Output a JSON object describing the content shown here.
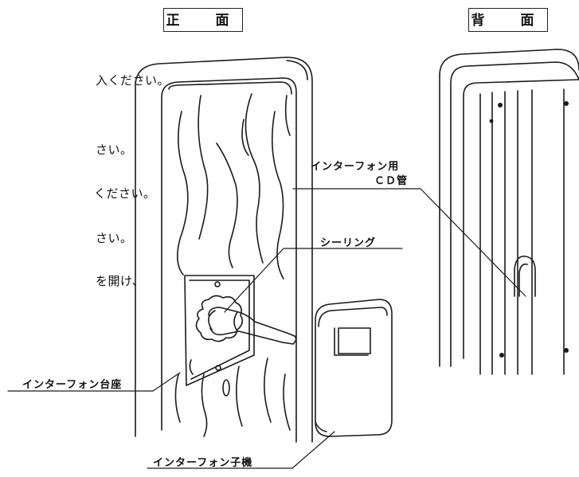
{
  "headings": {
    "front": "正　面",
    "back": "背　面"
  },
  "left_text": [
    "入ください。",
    "さい。",
    "ください。",
    "さい。",
    "を開け、"
  ],
  "labels": {
    "cd_pipe_line1": "インターフォン用",
    "cd_pipe_line2": "ＣＤ管",
    "sealing": "シーリング",
    "base": "インターフォン台座",
    "handset": "インターフォン子機"
  }
}
